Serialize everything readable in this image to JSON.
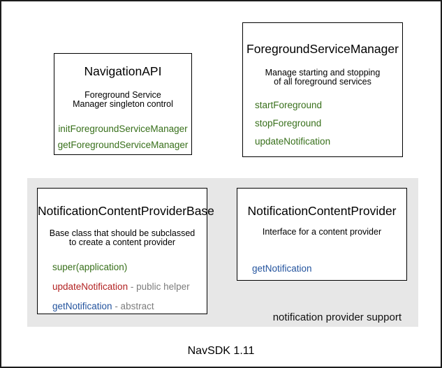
{
  "colors": {
    "green": "#38701b",
    "red": "#b22222",
    "blue": "#24549e",
    "gray": "#7d7d7d",
    "panel_bg": "#e7e7e7"
  },
  "boxes": {
    "navigation_api": {
      "title": "NavigationAPI",
      "description_line1": "Foreground Service",
      "description_line2": "Manager singleton control",
      "methods": [
        "initForegroundServiceManager",
        "getForegroundServiceManager"
      ]
    },
    "foreground_service_manager": {
      "title": "ForegroundServiceManager",
      "description_line1": "Manage starting and stopping",
      "description_line2": "of all foreground services",
      "methods": [
        "startForeground",
        "stopForeground",
        "updateNotification"
      ]
    },
    "notification_content_provider_base": {
      "title": "NotificationContentProviderBase",
      "description_line1": "Base class that should be subclassed",
      "description_line2": "to create a content provider",
      "methods": [
        {
          "name": "super(application)",
          "color": "green",
          "suffix": ""
        },
        {
          "name": "updateNotification",
          "color": "red",
          "suffix": " - public helper"
        },
        {
          "name": "getNotification",
          "color": "blue",
          "suffix": " - abstract"
        }
      ]
    },
    "notification_content_provider": {
      "title": "NotificationContentProvider",
      "description_line1": "Interface for a content provider",
      "methods": [
        {
          "name": "getNotification",
          "color": "blue",
          "suffix": ""
        }
      ]
    }
  },
  "panel": {
    "label": "notification provider support"
  },
  "footer": {
    "text": "NavSDK 1.11"
  }
}
